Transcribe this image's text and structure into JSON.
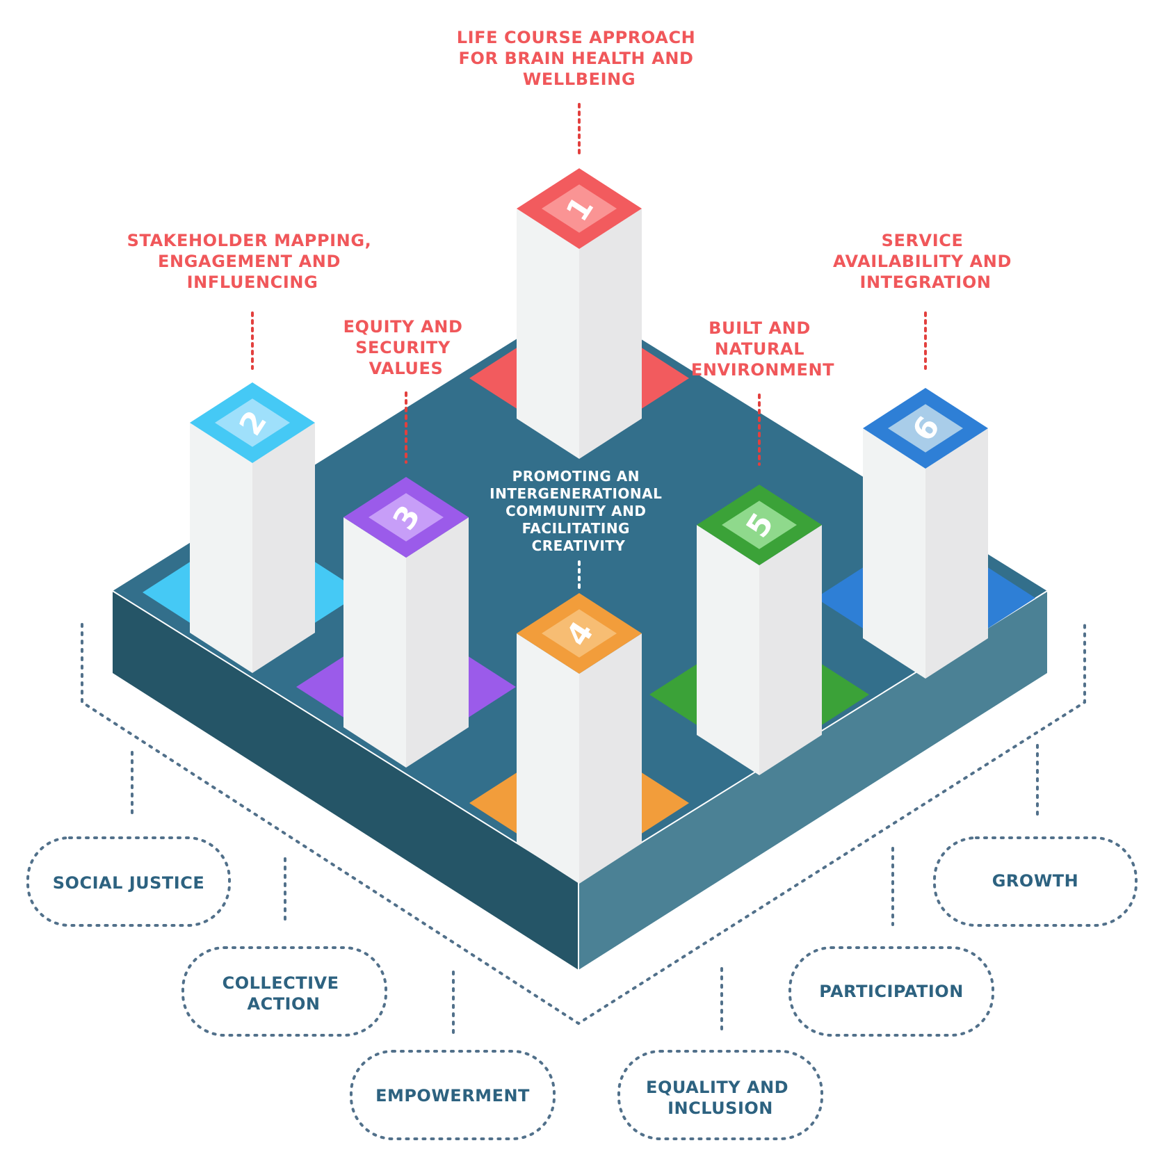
{
  "pillars": [
    {
      "number": "1",
      "lines": [
        "LIFE COURSE APPROACH",
        "FOR BRAIN HEALTH AND",
        "WELLBEING"
      ],
      "color": "#f25b5e",
      "light": "#fa9494"
    },
    {
      "number": "2",
      "lines": [
        "STAKEHOLDER MAPPING,",
        "ENGAGEMENT AND",
        "INFLUENCING"
      ],
      "color": "#45c9f5",
      "light": "#9fe0fb"
    },
    {
      "number": "3",
      "lines": [
        "EQUITY AND",
        "SECURITY",
        "VALUES"
      ],
      "color": "#9b5bea",
      "light": "#c79ef8"
    },
    {
      "number": "4",
      "lines": [
        "PROMOTING AN",
        "INTERGENERATIONAL",
        "COMMUNITY AND",
        "FACILITATING",
        "CREATIVITY"
      ],
      "color": "#f29d3b",
      "light": "#f7bd73"
    },
    {
      "number": "5",
      "lines": [
        "BUILT AND",
        "NATURAL",
        "ENVIRONMENT"
      ],
      "color": "#3ba238",
      "light": "#8fd98c"
    },
    {
      "number": "6",
      "lines": [
        "SERVICE",
        "AVAILABILITY AND",
        "INTEGRATION"
      ],
      "color": "#2e7fd6",
      "light": "#a9cde9"
    }
  ],
  "values": [
    {
      "lines": [
        "SOCIAL JUSTICE"
      ]
    },
    {
      "lines": [
        "COLLECTIVE",
        "ACTION"
      ]
    },
    {
      "lines": [
        "EMPOWERMENT"
      ]
    },
    {
      "lines": [
        "EQUALITY AND",
        "INCLUSION"
      ]
    },
    {
      "lines": [
        "PARTICIPATION"
      ]
    },
    {
      "lines": [
        "GROWTH"
      ]
    }
  ],
  "colors": {
    "platform_top": "#336f8b",
    "platform_left": "#255567",
    "platform_right": "#4b8195",
    "label_red": "#f0575a",
    "value_text": "#2d6280",
    "dotted_line": "#51708a",
    "connector_red": "#e2403e",
    "pillar_face_left": "#f1f3f3",
    "pillar_face_right": "#e7e7e8"
  }
}
